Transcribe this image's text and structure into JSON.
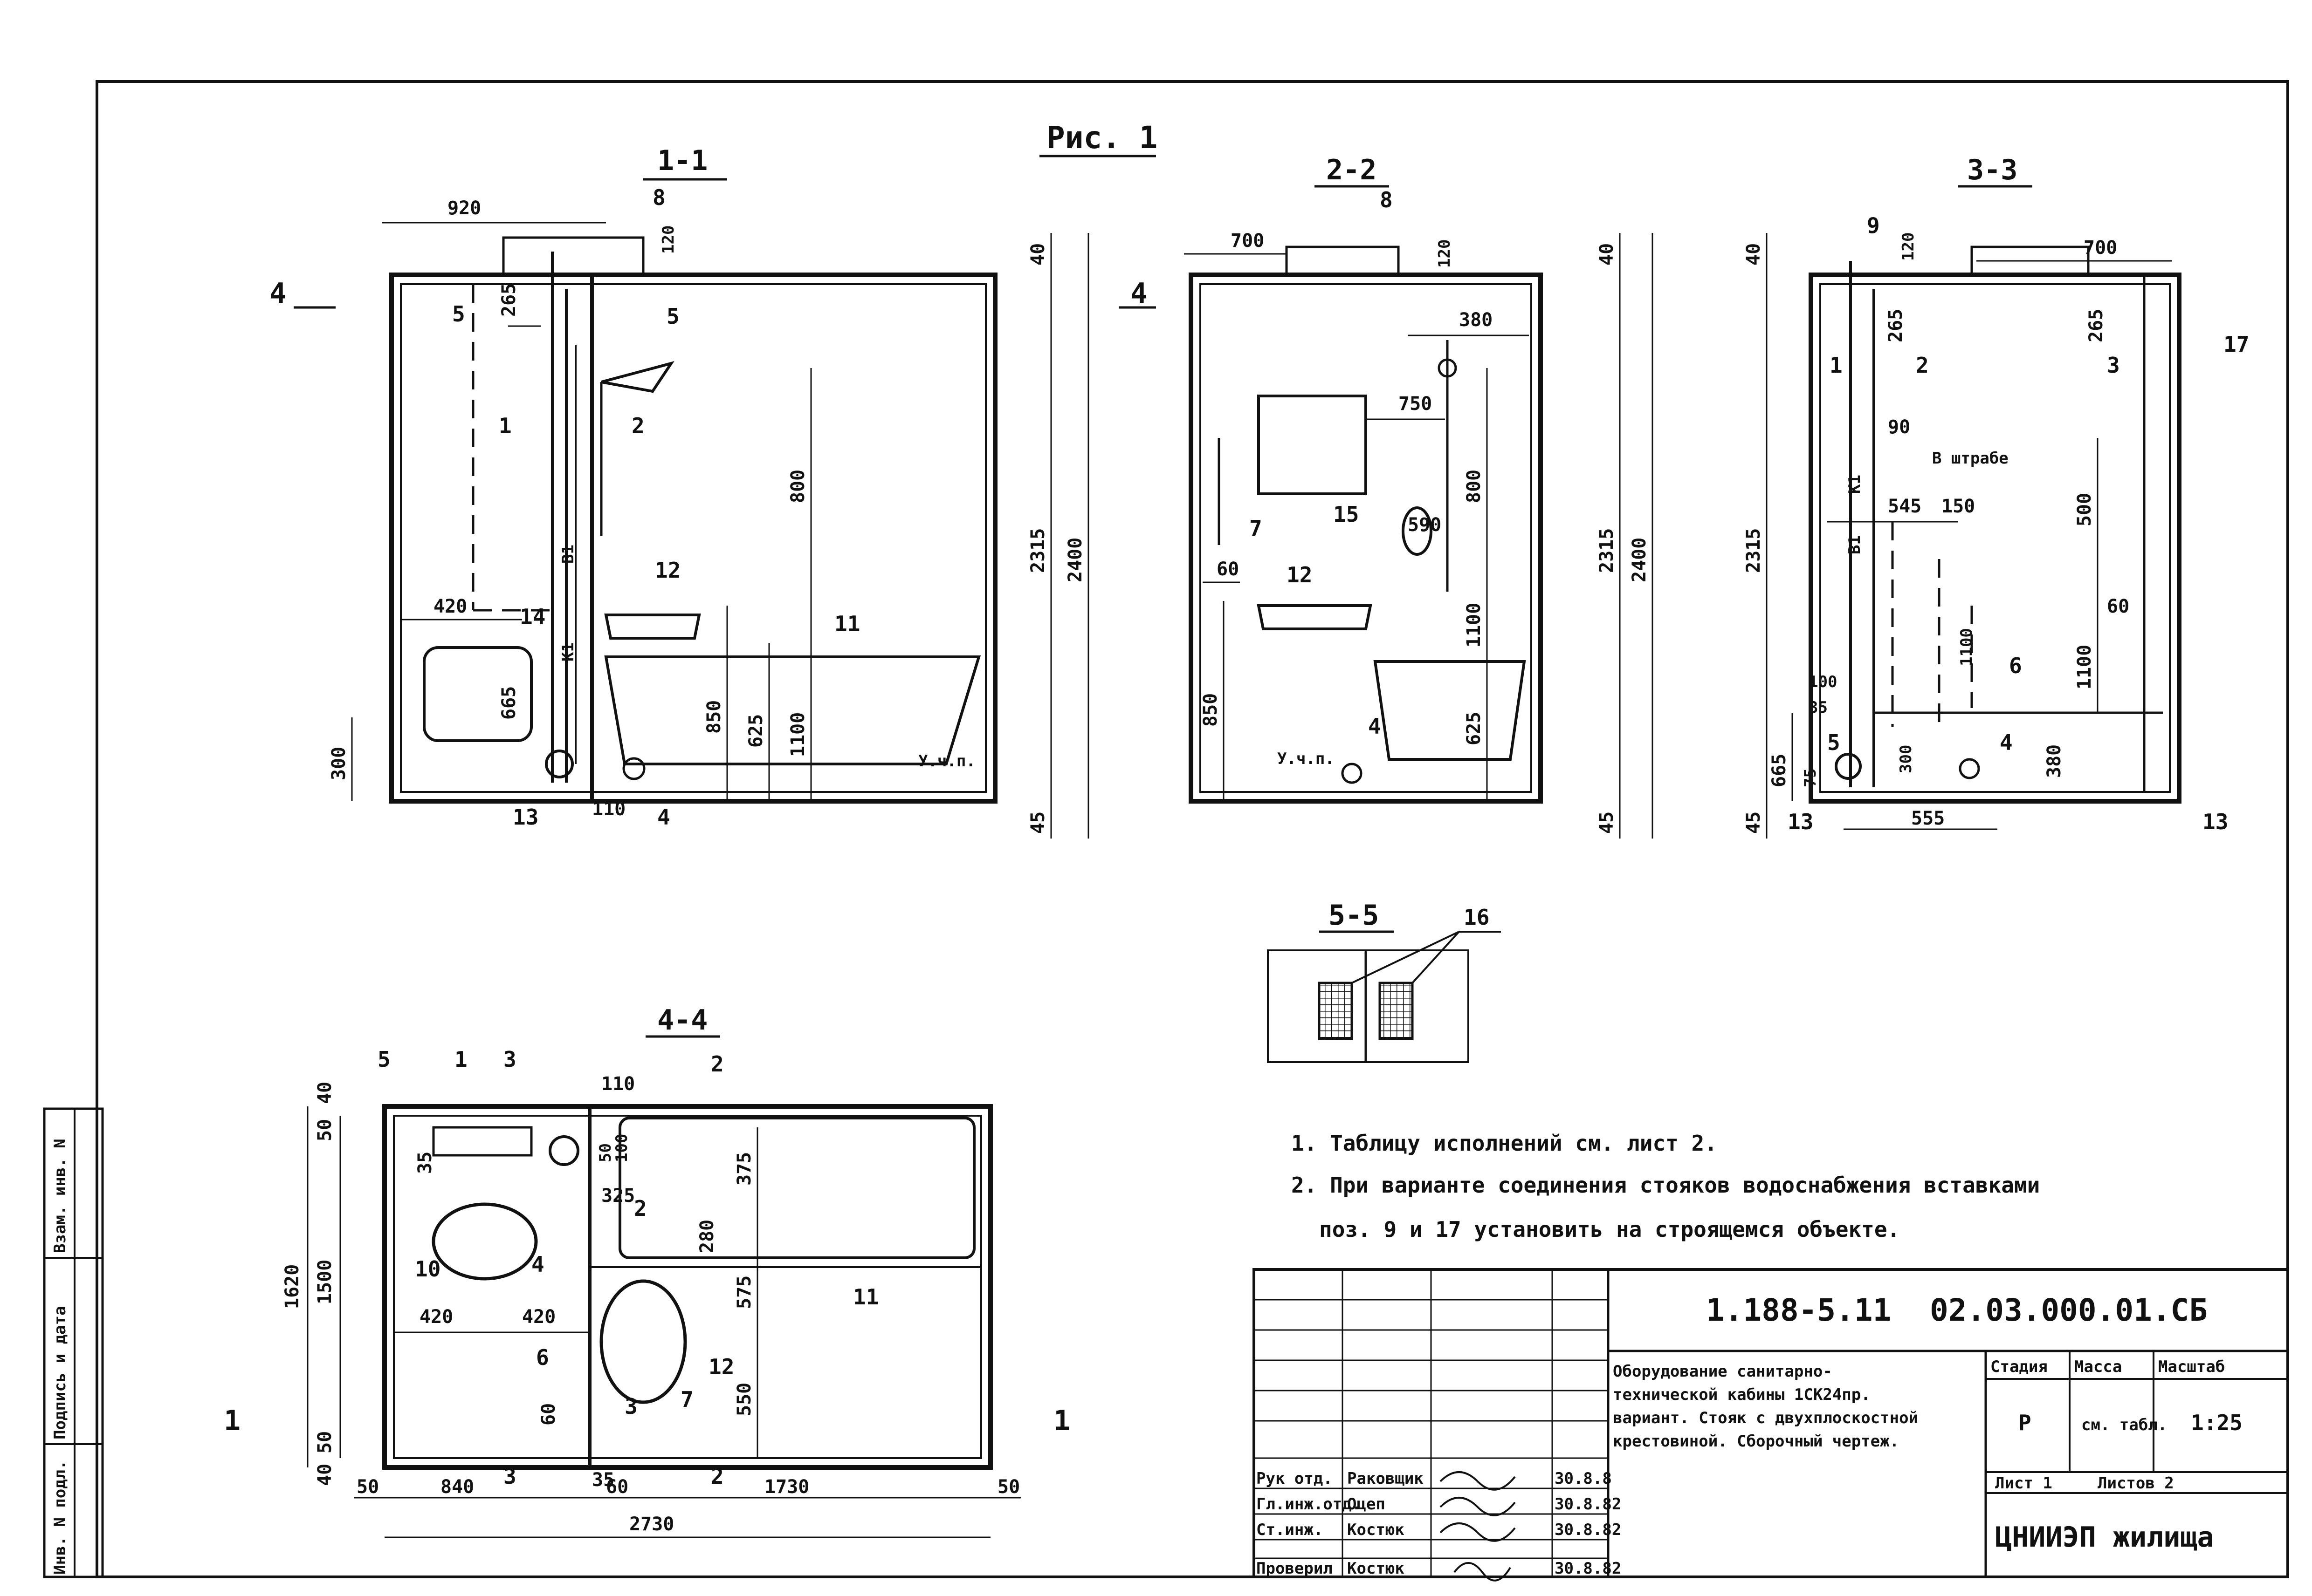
{
  "figure_title": "Рис. 1",
  "sections": {
    "s11": {
      "title": "1-1",
      "marker": "4",
      "dims": [
        "920",
        "120",
        "265",
        "800",
        "420",
        "665",
        "300",
        "850",
        "625",
        "1100",
        "110",
        "2315",
        "2400",
        "40",
        "45"
      ],
      "labels": [
        "8",
        "5",
        "5",
        "1",
        "2",
        "14",
        "К1",
        "В1",
        "12",
        "11",
        "У.ч.п.",
        "13",
        "4"
      ]
    },
    "s22": {
      "title": "2-2",
      "dims": [
        "700",
        "120",
        "380",
        "750",
        "800",
        "590",
        "1100",
        "60",
        "850",
        "625",
        "2315",
        "2400",
        "40",
        "45"
      ],
      "labels": [
        "8",
        "7",
        "15",
        "12",
        "У.ч.п.",
        "4"
      ]
    },
    "s33": {
      "title": "3-3",
      "dims": [
        "120",
        "700",
        "265",
        "265",
        "90",
        "545",
        "150",
        "500",
        "1100",
        "60",
        "1100",
        "665",
        "100",
        "35",
        "75",
        "300",
        "380",
        "555",
        "2315",
        "40",
        "45"
      ],
      "labels": [
        "9",
        "1",
        "2",
        "3",
        "17",
        "В штрабе",
        "К1",
        "В1",
        "6",
        "5",
        "4",
        "13",
        "13"
      ]
    },
    "s55": {
      "title": "5-5",
      "labels": [
        "16"
      ]
    },
    "s44": {
      "title": "4-4",
      "dims": [
        "40",
        "50",
        "1620",
        "1500",
        "50",
        "40",
        "35",
        "110",
        "50",
        "100",
        "325",
        "375",
        "280",
        "575",
        "550",
        "420",
        "420",
        "60",
        "50",
        "840",
        "35",
        "60",
        "1730",
        "50",
        "2730"
      ],
      "labels": [
        "5",
        "1",
        "3",
        "2",
        "2",
        "10",
        "4",
        "6",
        "12",
        "11",
        "3",
        "7",
        "3",
        "2",
        "1",
        "1"
      ]
    }
  },
  "notes": [
    "1. Таблицу исполнений см. лист 2.",
    "2. При варианте соединения стояков водоснабжения вставками",
    "поз. 9 и 17 установить на строящемся объекте."
  ],
  "title_block": {
    "code": "1.188-5.11",
    "doc_number": "02.03.000.01.СБ",
    "description": [
      "Оборудование санитарно-",
      "технической кабины 1СК24пр.",
      "вариант. Стояк с двухплоскостной",
      "крестовиной. Сборочный чертеж."
    ],
    "stage_label": "Стадия",
    "mass_label": "Масса",
    "scale_label": "Масштаб",
    "stage": "Р",
    "mass": "см. табл.",
    "scale": "1:25",
    "sheet_label": "Лист 1",
    "sheets_label": "Листов 2",
    "organization": "ЦНИИЭП жилища",
    "signatures": [
      {
        "role": "Рук отд.",
        "name": "Раковщик",
        "date": "30.8.8"
      },
      {
        "role": "Гл.инж.отд.",
        "name": "Оцеп",
        "date": "30.8.82"
      },
      {
        "role": "Ст.инж.",
        "name": "Костюк",
        "date": "30.8.82"
      },
      {
        "role": "Проверил",
        "name": "Костюк",
        "date": "30.8.82"
      }
    ]
  },
  "side_stamps": [
    "Инв. N подл.",
    "Подпись и дата",
    "Взам. инв. N"
  ],
  "colors": {
    "ink": "#111111",
    "paper": "#ffffff"
  }
}
